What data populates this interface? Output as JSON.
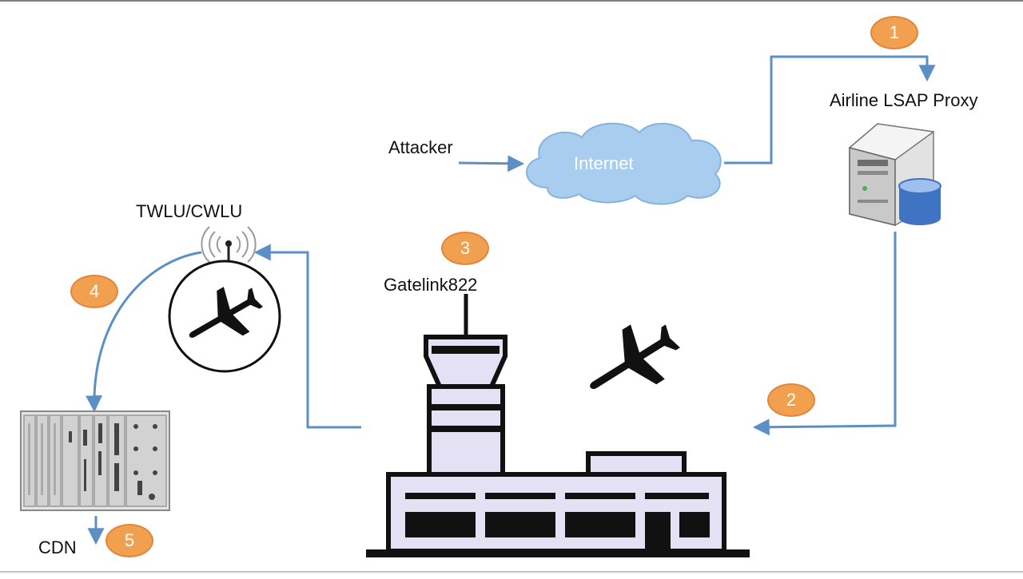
{
  "labels": {
    "attacker": "Attacker",
    "internet": "Internet",
    "proxy": "Airline LSAP Proxy",
    "twlu": "TWLU/CWLU",
    "gatelink": "Gatelink822",
    "cdn": "CDN"
  },
  "steps": [
    "1",
    "2",
    "3",
    "4",
    "5"
  ],
  "icons": {
    "cloud": "internet-cloud-icon",
    "server": "server-database-icon",
    "antenna": "wireless-antenna-icon",
    "airplane": "airplane-icon",
    "tower": "airport-control-tower-icon",
    "rack": "avionics-rack-icon"
  },
  "colors": {
    "arrow": "#5b8fc6",
    "badge": "#f0a04f",
    "building_fill": "#e3e1f3",
    "cloud_fill": "#a9cdee"
  }
}
